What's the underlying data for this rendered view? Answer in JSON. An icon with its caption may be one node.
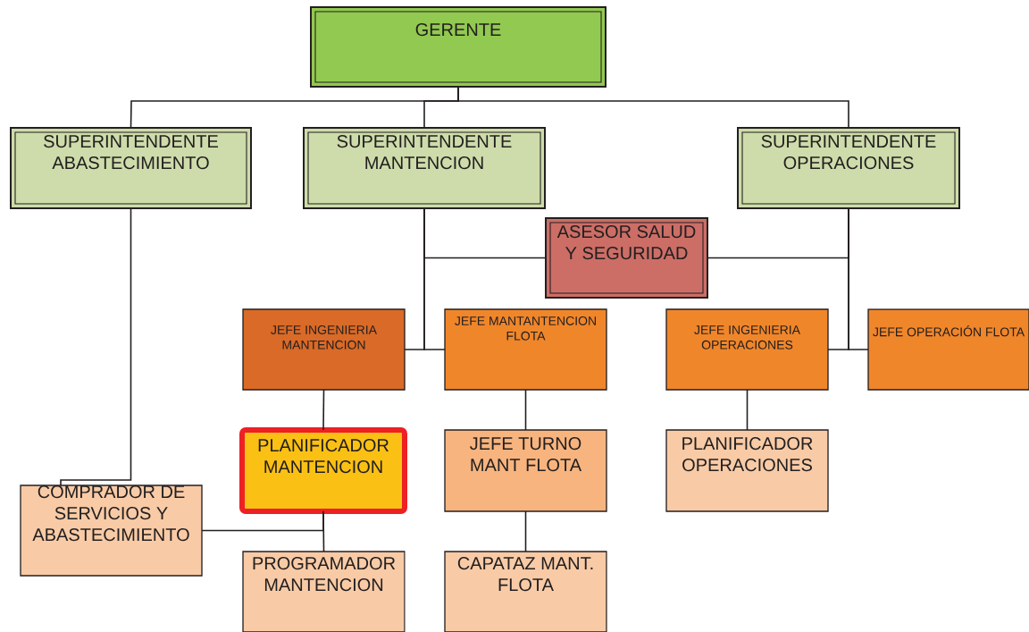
{
  "diagram": {
    "nodes": [
      {
        "text": [
          "GERENTE"
        ]
      },
      {
        "text": [
          "SUPERINTENDENTE ABASTECIMIENTO"
        ]
      },
      {
        "text": [
          "SUPERINTENDENTE MANTENCION"
        ]
      },
      {
        "text": [
          "SUPERINTENDENTE OPERACIONES"
        ]
      },
      {
        "text": [
          "ASESOR SALUD Y SEGURIDAD"
        ]
      },
      {
        "text": [
          "JEFE INGENIERIA MANTENCION"
        ]
      },
      {
        "text": [
          "JEFE MANTANTENCION FLOTA"
        ]
      },
      {
        "text": [
          "JEFE INGENIERIA OPERACIONES"
        ]
      },
      {
        "text": [
          "JEFE OPERACIÓN FLOTA"
        ]
      },
      {
        "text": [
          "PLANIFICADOR MANTENCION"
        ]
      },
      {
        "text": [
          "JEFE TURNO MANT FLOTA"
        ]
      },
      {
        "text": [
          "PLANIFICADOR OPERACIONES"
        ]
      },
      {
        "text": [
          "COMPRADOR DE SERVICIOS Y ABASTECIMIENTO"
        ]
      },
      {
        "text": [
          "PROGRAMADOR MANTENCION"
        ]
      },
      {
        "text": [
          "CAPATAZ MANT. FLOTA"
        ]
      }
    ],
    "edges": [
      {
        "from": 0,
        "to": 1,
        "arrow": "none"
      },
      {
        "from": 0,
        "to": 2,
        "arrow": "none"
      },
      {
        "from": 0,
        "to": 3,
        "arrow": "none"
      },
      {
        "from": 2,
        "to": 4,
        "arrow": "none"
      },
      {
        "from": 3,
        "to": 4,
        "arrow": "none"
      },
      {
        "from": 2,
        "to": 5,
        "arrow": "none"
      },
      {
        "from": 2,
        "to": 6,
        "arrow": "none"
      },
      {
        "from": 3,
        "to": 7,
        "arrow": "none"
      },
      {
        "from": 3,
        "to": 8,
        "arrow": "none"
      },
      {
        "from": 1,
        "to": 12,
        "arrow": "none"
      },
      {
        "from": 5,
        "to": 9,
        "arrow": "none"
      },
      {
        "from": 9,
        "to": 13,
        "arrow": "none"
      },
      {
        "from": 9,
        "to": 12,
        "arrow": "none"
      },
      {
        "from": 6,
        "to": 10,
        "arrow": "none"
      },
      {
        "from": 10,
        "to": 14,
        "arrow": "none"
      },
      {
        "from": 7,
        "to": 11,
        "arrow": "none"
      }
    ]
  }
}
